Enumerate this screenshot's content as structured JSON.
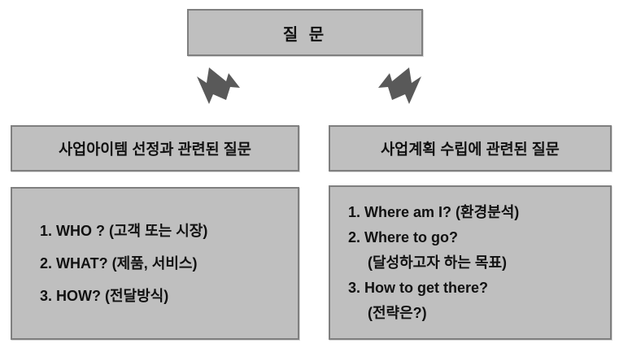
{
  "diagram": {
    "root": {
      "label": "질 문"
    },
    "arrows": [
      {
        "name": "arrow-down-left",
        "color": "#595959"
      },
      {
        "name": "arrow-down-right",
        "color": "#595959"
      }
    ],
    "branches": [
      {
        "header": "사업아이템 선정과 관련된 질문",
        "items": [
          {
            "text": "1. WHO ? (고객 또는 시장)",
            "indented": false
          },
          {
            "text": "2. WHAT? (제품, 서비스)",
            "indented": false
          },
          {
            "text": "3. HOW? (전달방식)",
            "indented": false
          }
        ]
      },
      {
        "header": "사업계획 수립에 관련된 질문",
        "items": [
          {
            "text": "1. Where am I? (환경분석)",
            "indented": false
          },
          {
            "text": "2. Where to go?",
            "indented": false
          },
          {
            "text": "(달성하고자 하는 목표)",
            "indented": true
          },
          {
            "text": "3. How to get there?",
            "indented": false
          },
          {
            "text": "(전략은?)",
            "indented": true
          }
        ]
      }
    ],
    "colors": {
      "box_fill": "#bfbfbf",
      "box_border": "#7f7f7f",
      "arrow_fill": "#595959",
      "text": "#111111",
      "background": "#ffffff"
    }
  }
}
